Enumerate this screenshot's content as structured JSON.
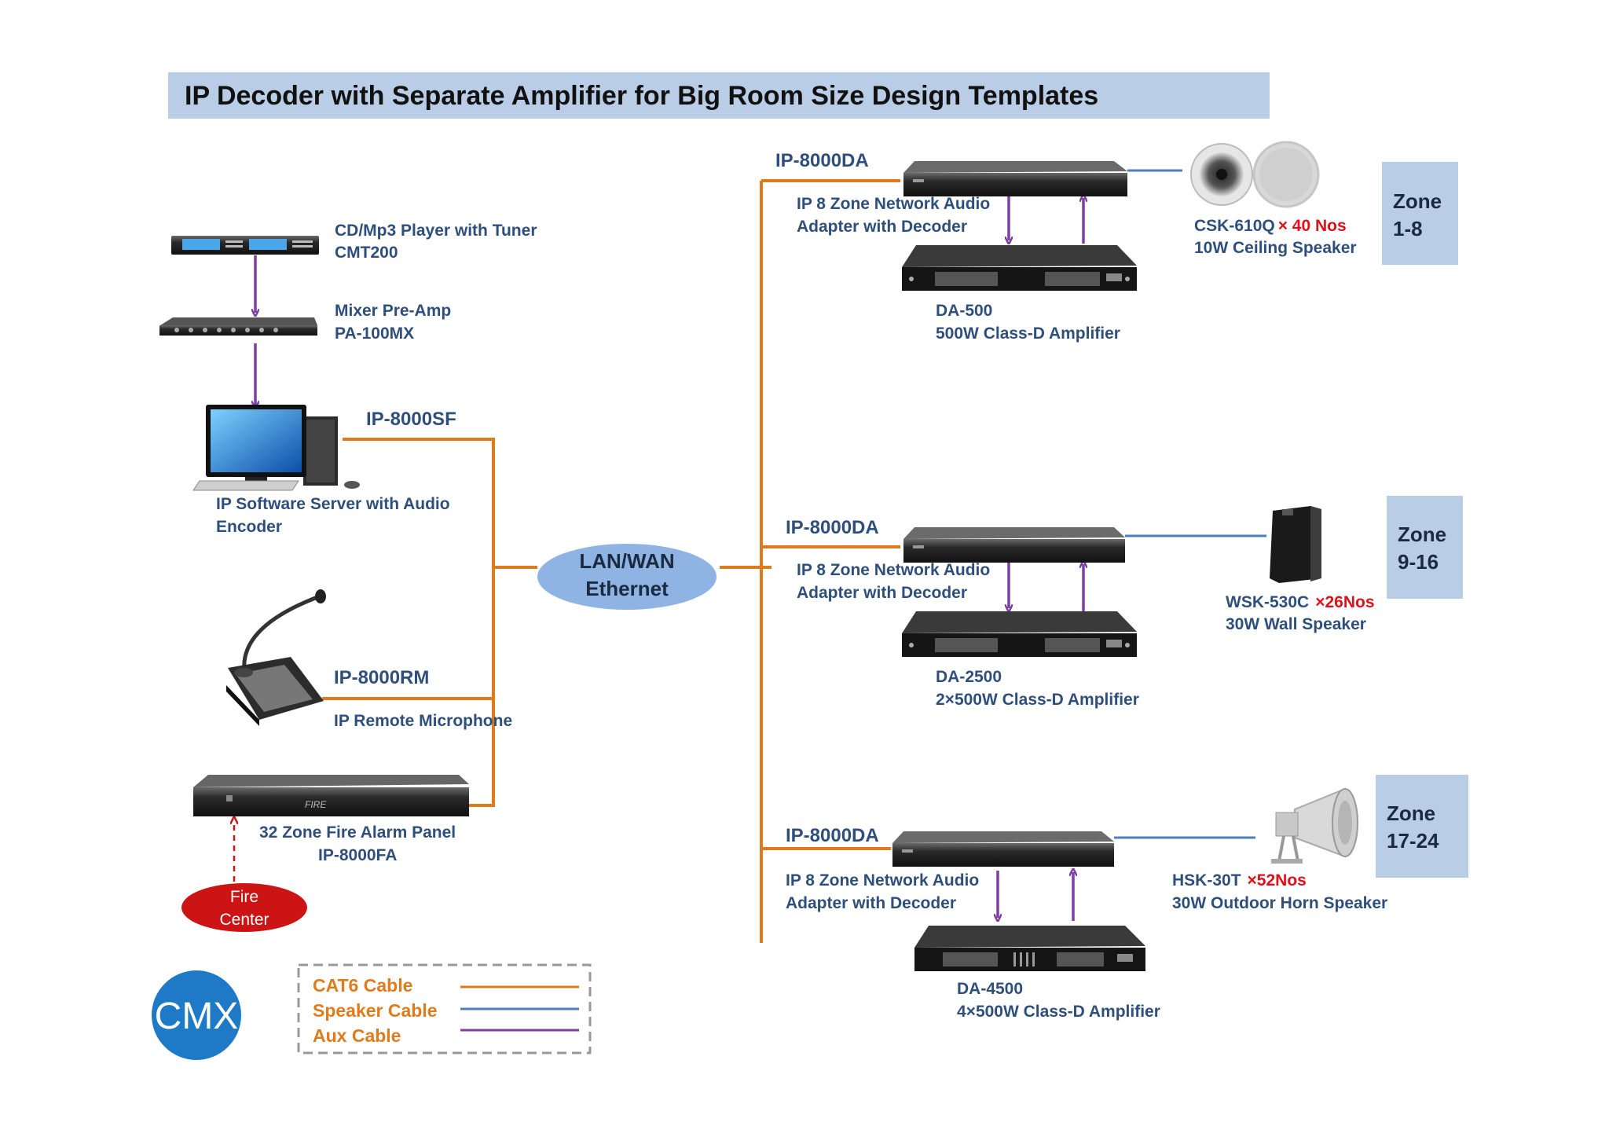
{
  "title": "IP Decoder with Separate Amplifier for Big Room Size Design Templates",
  "colors": {
    "cat6": "#e07b1c",
    "speaker": "#4a7fbf",
    "aux": "#7b3fa6",
    "title_bg": "#b9cde6",
    "zone_bg": "#b9cde6",
    "text": "#2e4f7c",
    "red": "#e0101a",
    "cloud": "#8fb4e3",
    "fire": "#cc1414",
    "logo": "#1e7ac6"
  },
  "left": {
    "cd_player": {
      "name": "CD/Mp3 Player with Tuner",
      "model": "CMT200"
    },
    "mixer": {
      "name": "Mixer Pre-Amp",
      "model": "PA-100MX"
    },
    "server": {
      "model": "IP-8000SF",
      "line1": "IP  Software Server with  Audio",
      "line2": "Encoder"
    },
    "mic": {
      "model": "IP-8000RM",
      "name": "IP  Remote Microphone"
    },
    "fire_panel": {
      "name": "32 Zone Fire Alarm Panel",
      "model": "IP-8000FA",
      "front_label": "FIRE"
    },
    "fire_center": {
      "line1": "Fire",
      "line2": "Center"
    }
  },
  "network": {
    "line1": "LAN/WAN",
    "line2": "Ethernet"
  },
  "branches": [
    {
      "model": "IP-8000DA",
      "desc1": "IP 8 Zone Network Audio",
      "desc2": "Adapter with Decoder",
      "amp_model": "DA-500",
      "amp_desc": "500W Class-D Amplifier",
      "speaker_model": "CSK-610Q",
      "speaker_qty": "× 40 Nos",
      "speaker_desc": "10W Ceiling Speaker",
      "zone_label": "Zone",
      "zone_range": "1-8"
    },
    {
      "model": "IP-8000DA",
      "desc1": "IP 8 Zone Network Audio",
      "desc2": "Adapter with Decoder",
      "amp_model": "DA-2500",
      "amp_desc": "2×500W Class-D Amplifier",
      "speaker_model": "WSK-530C",
      "speaker_qty": "×26Nos",
      "speaker_desc": "30W Wall Speaker",
      "zone_label": "Zone",
      "zone_range": "9-16"
    },
    {
      "model": "IP-8000DA",
      "desc1": "IP 8 Zone Network Audio",
      "desc2": "Adapter with Decoder",
      "amp_model": "DA-4500",
      "amp_desc": "4×500W Class-D Amplifier",
      "speaker_model": "HSK-30T",
      "speaker_qty": "×52Nos",
      "speaker_desc": "30W Outdoor Horn Speaker",
      "zone_label": "Zone",
      "zone_range": "17-24"
    }
  ],
  "legend": [
    {
      "label": "CAT6 Cable",
      "color": "#e07b1c"
    },
    {
      "label": "Speaker Cable",
      "color": "#4a7fbf"
    },
    {
      "label": "Aux Cable",
      "color": "#7b3fa6"
    }
  ],
  "logo": {
    "text": "CMX"
  }
}
